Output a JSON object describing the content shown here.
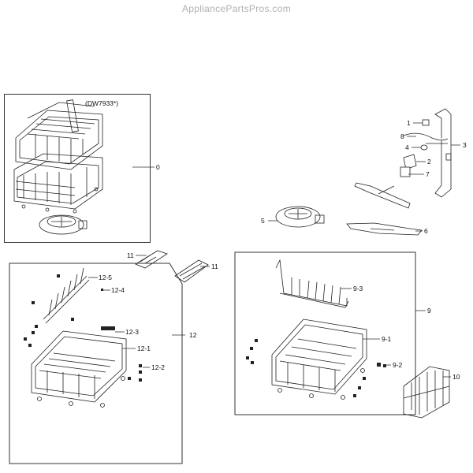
{
  "watermark": "AppliancePartsPros.com",
  "model_note": "(DW7933*)",
  "labels": {
    "l0": "0",
    "l1": "1",
    "l2": "2",
    "l3": "3",
    "l4": "4",
    "l5": "5",
    "l6": "6",
    "l7": "7",
    "l8": "8",
    "l9": "9",
    "l9_1": "9-1",
    "l9_2": "9-2",
    "l9_3": "9-3",
    "l10": "10",
    "l11a": "11",
    "l11b": "11",
    "l12": "12",
    "l12_1": "12-1",
    "l12_2": "12-2",
    "l12_3": "12-3",
    "l12_4": "12-4",
    "l12_5": "12-5"
  }
}
